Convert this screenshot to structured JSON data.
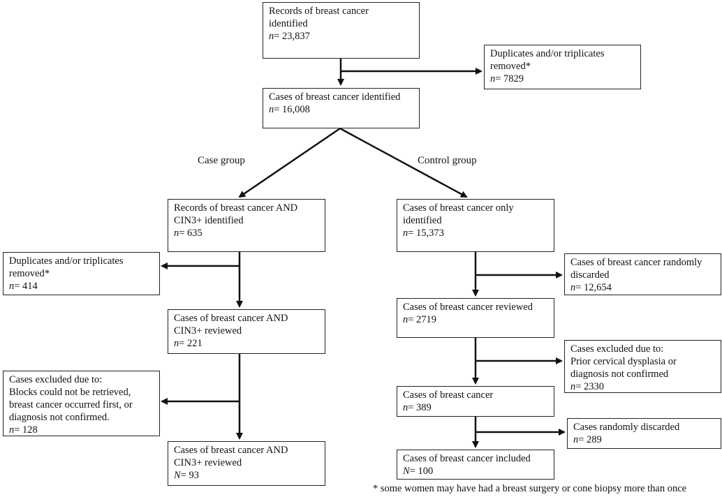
{
  "boxes": {
    "records_identified": {
      "lines": [
        "Records of breast cancer",
        "identified"
      ],
      "n_label": "n",
      "n_value": "= 23,837"
    },
    "duplicates_top": {
      "lines": [
        "Duplicates and/or triplicates",
        "removed*"
      ],
      "n_label": "n",
      "n_value": "= 7829"
    },
    "cases_identified": {
      "lines": [
        "Cases of breast cancer identified"
      ],
      "n_label": "n",
      "n_value": "= 16,008"
    },
    "case_records_cin3": {
      "lines": [
        "Records of breast cancer AND",
        "CIN3+ identified"
      ],
      "n_label": "n",
      "n_value": "= 635"
    },
    "control_cases_only": {
      "lines": [
        "Cases of breast cancer only",
        "identified"
      ],
      "n_label": "n",
      "n_value": "= 15,373"
    },
    "duplicates_case": {
      "lines": [
        "Duplicates and/or triplicates",
        "removed*"
      ],
      "n_label": "n",
      "n_value": "= 414"
    },
    "randomly_discarded_control": {
      "lines": [
        "Cases of breast cancer randomly",
        "discarded"
      ],
      "n_label": "n",
      "n_value": "= 12,654"
    },
    "case_reviewed": {
      "lines": [
        "Cases of breast cancer AND",
        "CIN3+ reviewed"
      ],
      "n_label": "n",
      "n_value": "= 221"
    },
    "control_reviewed": {
      "lines": [
        "Cases of breast cancer reviewed"
      ],
      "n_label": "n",
      "n_value": "= 2719"
    },
    "excluded_control": {
      "lines": [
        "Cases excluded due to:",
        "Prior cervical dysplasia or",
        "diagnosis not confirmed"
      ],
      "n_label": "n",
      "n_value": "= 2330"
    },
    "excluded_case": {
      "lines": [
        "Cases excluded due to:",
        "Blocks could not be retrieved,",
        "breast cancer occurred first, or",
        "diagnosis not confirmed."
      ],
      "n_label": "n",
      "n_value": "= 128"
    },
    "control_breast_cancer": {
      "lines": [
        "Cases of breast cancer"
      ],
      "n_label": "n",
      "n_value": "= 389"
    },
    "cases_randomly_discarded": {
      "lines": [
        "Cases randomly discarded"
      ],
      "n_label": "n",
      "n_value": "= 289"
    },
    "case_final": {
      "lines": [
        "Cases of breast cancer AND",
        "CIN3+ reviewed"
      ],
      "n_label": "N",
      "n_value": "= 93"
    },
    "control_included": {
      "lines": [
        "Cases of breast cancer included"
      ],
      "n_label": "N",
      "n_value": "= 100"
    }
  },
  "labels": {
    "case_group": "Case group",
    "control_group": "Control group"
  },
  "footnote": "* some women may have had a breast surgery or cone biopsy more than once"
}
